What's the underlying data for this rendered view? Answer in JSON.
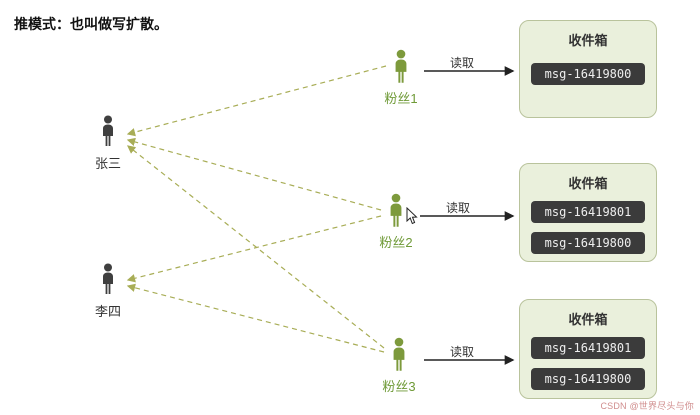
{
  "title": "推模式：也叫做写扩散。",
  "users": [
    {
      "name": "张三"
    },
    {
      "name": "李四"
    }
  ],
  "fans": [
    {
      "name": "粉丝1"
    },
    {
      "name": "粉丝2"
    },
    {
      "name": "粉丝3"
    }
  ],
  "inboxes": [
    {
      "title": "收件箱",
      "messages": [
        "msg-16419800"
      ]
    },
    {
      "title": "收件箱",
      "messages": [
        "msg-16419801",
        "msg-16419800"
      ]
    },
    {
      "title": "收件箱",
      "messages": [
        "msg-16419801",
        "msg-16419800"
      ]
    }
  ],
  "edges": {
    "read_label": "读取",
    "follows": [
      {
        "from": "粉丝1",
        "to": "张三"
      },
      {
        "from": "粉丝2",
        "to": "张三"
      },
      {
        "from": "粉丝2",
        "to": "李四"
      },
      {
        "from": "粉丝3",
        "to": "张三"
      },
      {
        "from": "粉丝3",
        "to": "李四"
      }
    ]
  },
  "watermark": "CSDN @世界尽头与你",
  "colors": {
    "fan_green": "#7d9a3c",
    "user_gray": "#3f3f3f",
    "fan_label_green": "#6f9a37",
    "inbox_bg": "#eaf0dc",
    "inbox_border": "#b9c39c",
    "pill_bg": "#3b3b3b",
    "pill_text": "#eeeeee",
    "dashed_line": "#a8ad56",
    "read_arrow": "#222222"
  }
}
